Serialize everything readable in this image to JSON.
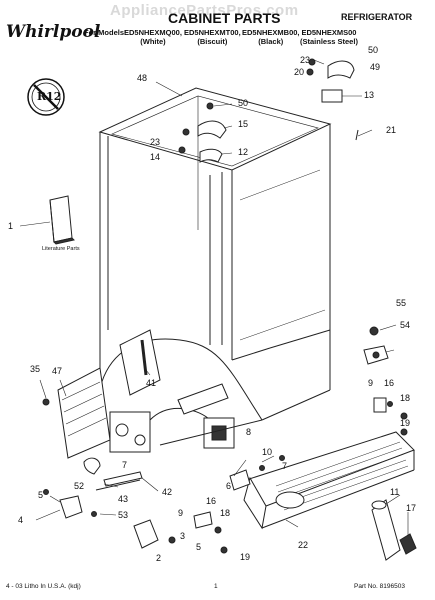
{
  "watermark": "AppliancePartsPros.com",
  "brand": "Whirlpool",
  "header": {
    "title": "CABINET PARTS",
    "appliance": "REFRIGERATOR",
    "for_models_label": "For Models:",
    "models": [
      {
        "number": "ED5NHEXMQ00,",
        "color": "(White)"
      },
      {
        "number": "ED5NHEXMT00,",
        "color": "(Biscuit)"
      },
      {
        "number": "ED5NHEXMB00,",
        "color": "(Black)"
      },
      {
        "number": "ED5NHEXMS00",
        "color": "(Stainless Steel)"
      }
    ]
  },
  "badge_text": "R12",
  "literature_label": "Literature Parts",
  "callouts": {
    "c48": "48",
    "c50a": "50",
    "c23a": "23",
    "c20": "20",
    "c49": "49",
    "c13": "13",
    "c50b": "50",
    "c15": "15",
    "c21": "21",
    "c23b": "23",
    "c14": "14",
    "c12": "12",
    "c1": "1",
    "c55": "55",
    "c54": "54",
    "c41": "41",
    "c35": "35",
    "c47": "47",
    "c9a": "9",
    "c16a": "16",
    "c18a": "18",
    "c19a": "19",
    "c8": "8",
    "c10": "10",
    "c7a": "7",
    "c7b": "7",
    "c52": "52",
    "c6": "6",
    "c42": "42",
    "c43": "43",
    "c5a": "5",
    "c4": "4",
    "c53": "53",
    "c3": "3",
    "c9b": "9",
    "c16b": "16",
    "c18b": "18",
    "c5b": "5",
    "c2": "2",
    "c19b": "19",
    "c22": "22",
    "c11": "11",
    "c17": "17"
  },
  "footer": {
    "print": "4 - 03 Litho In U.S.A. (kdj)",
    "page": "1",
    "part_no": "Part No. 8196503"
  }
}
